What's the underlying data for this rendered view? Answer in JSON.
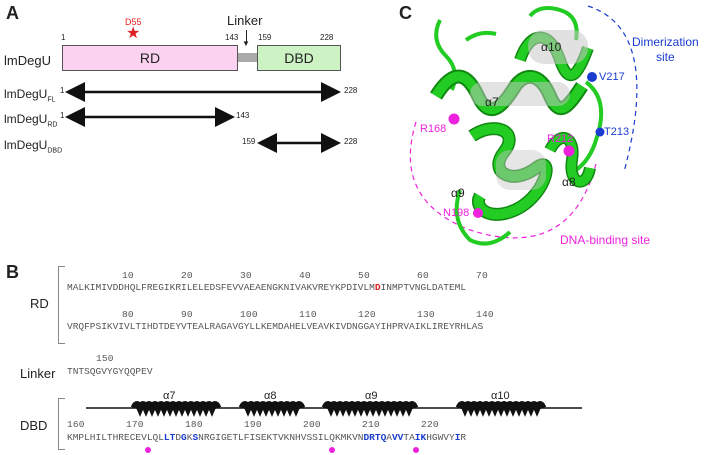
{
  "panels": {
    "a": "A",
    "b": "B",
    "c": "C"
  },
  "panel_a": {
    "marker_label": "D55",
    "linker_label": "Linker",
    "protein_name": "lmDegU",
    "rd_label": "RD",
    "dbd_label": "DBD",
    "pos_1": "1",
    "pos_143": "143",
    "pos_159": "159",
    "pos_228": "228",
    "constructs": [
      {
        "name_base": "lmDegU",
        "name_sub": "FL",
        "start": "1",
        "end": "228"
      },
      {
        "name_base": "lmDegU",
        "name_sub": "RD",
        "start": "1",
        "end": "143"
      },
      {
        "name_base": "lmDegU",
        "name_sub": "DBD",
        "start": "159",
        "end": "228"
      }
    ],
    "colors": {
      "rd": "#fbd3f1",
      "dbd": "#cdf3c4",
      "marker": "#e02020"
    }
  },
  "panel_b": {
    "rd_label": "RD",
    "linker_label": "Linker",
    "dbd_label": "DBD",
    "rd_ruler_1": "10        20        30        40        50        60        70",
    "rd_seq_1a": "MALKIMIVDDHQLFREGIKRILELEDSFEVVAEAENGKNIVAKVREYKPDIVLM",
    "rd_seq_1_red": "D",
    "rd_seq_1b": "INMPTVNGLDATEML",
    "rd_ruler_2": "80        90        100       110       120       130       140",
    "rd_seq_2": "VRQFPSIKVIVLTIHDTDEYVTEALRAGAVGYLLKEMDAHELVEAVKIVDNGGAYIHPRVAIKLIREYRHLAS",
    "linker_ruler": "150",
    "linker_seq": "TNTSQGVYGYQQPEV",
    "helices": [
      "α7",
      "α8",
      "α9",
      "α10"
    ],
    "dbd_ruler": "160       170       180       190       200       210       220",
    "dbd_seq_parts": [
      {
        "t": "KMPLHILTHRECEVLQL",
        "c": "n"
      },
      {
        "t": "LT",
        "c": "b"
      },
      {
        "t": "D",
        "c": "n"
      },
      {
        "t": "G",
        "c": "b"
      },
      {
        "t": "K",
        "c": "n"
      },
      {
        "t": "S",
        "c": "b"
      },
      {
        "t": "NRGIGETLFISEKTVKNHVSSILQKMKVN",
        "c": "n"
      },
      {
        "t": "DRTQ",
        "c": "b"
      },
      {
        "t": "A",
        "c": "n"
      },
      {
        "t": "VV",
        "c": "b"
      },
      {
        "t": "TA",
        "c": "n"
      },
      {
        "t": "IK",
        "c": "b"
      },
      {
        "t": "HGWVY",
        "c": "n"
      },
      {
        "t": "I",
        "c": "b"
      },
      {
        "t": "R",
        "c": "n"
      }
    ],
    "colors": {
      "helix": "#111111",
      "dot": "#ee22dd",
      "blue": "#1a3cd0"
    }
  },
  "panel_c": {
    "labels": {
      "a10": "α10",
      "a7": "α7",
      "a8": "α8",
      "a9": "α9",
      "v217": "V217",
      "t213": "T213",
      "r212": "R212",
      "r168": "R168",
      "n198": "N198"
    },
    "dimerization_line1": "Dimerization",
    "dimerization_line2": "site",
    "dna_binding": "DNA-binding site",
    "colors": {
      "ribbon": "#22cc22",
      "ribbon_dark": "#118811",
      "blue": "#1a3cd0",
      "magenta": "#ee22dd"
    }
  }
}
